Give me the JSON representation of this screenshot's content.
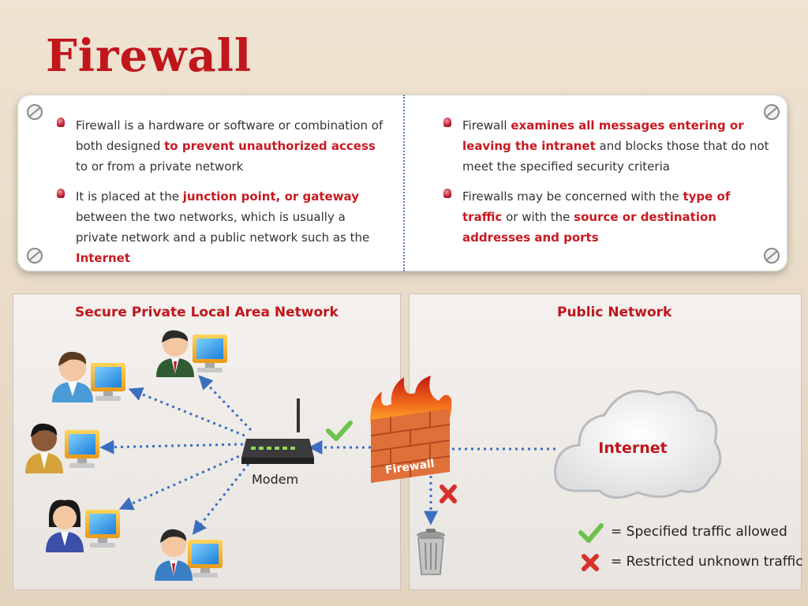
{
  "title": "Firewall",
  "left_column": {
    "bullets": [
      {
        "parts": [
          {
            "text": "Firewall is a hardware or software or combination of both designed ",
            "hl": false
          },
          {
            "text": "to prevent unauthorized access",
            "hl": true
          },
          {
            "text": " to or from a private network",
            "hl": false
          }
        ]
      },
      {
        "parts": [
          {
            "text": "It is placed at the ",
            "hl": false
          },
          {
            "text": "junction point, or gateway",
            "hl": true
          },
          {
            "text": " between the two networks, which is usually a private network and a public network such as the ",
            "hl": false
          },
          {
            "text": "Internet",
            "hl": true
          }
        ]
      }
    ]
  },
  "right_column": {
    "bullets": [
      {
        "parts": [
          {
            "text": "Firewall ",
            "hl": false
          },
          {
            "text": "examines all messages entering or leaving the intranet",
            "hl": true
          },
          {
            "text": " and blocks those that do not meet the specified security criteria",
            "hl": false
          }
        ]
      },
      {
        "parts": [
          {
            "text": "Firewalls may be concerned with the ",
            "hl": false
          },
          {
            "text": "type of traffic",
            "hl": true
          },
          {
            "text": " or with the ",
            "hl": false
          },
          {
            "text": "source or destination addresses and ports",
            "hl": true
          }
        ]
      }
    ]
  },
  "diagram": {
    "private_heading": "Secure Private Local Area Network",
    "public_heading": "Public Network",
    "modem_label": "Modem",
    "firewall_label": "Firewall",
    "internet_label": "Internet",
    "legend": {
      "allowed_label": "= Specified traffic allowed",
      "restricted_label": "= Restricted unknown traffic"
    },
    "icons": {
      "allowed": "check-mark",
      "restricted": "x-mark",
      "trash": "trash-can"
    }
  },
  "colors": {
    "accent_red": "#c0161c",
    "dotted_line": "#3a6fc0",
    "check_green": "#6cc24a",
    "cross_red": "#d9302a",
    "brick": "#e0703a"
  }
}
